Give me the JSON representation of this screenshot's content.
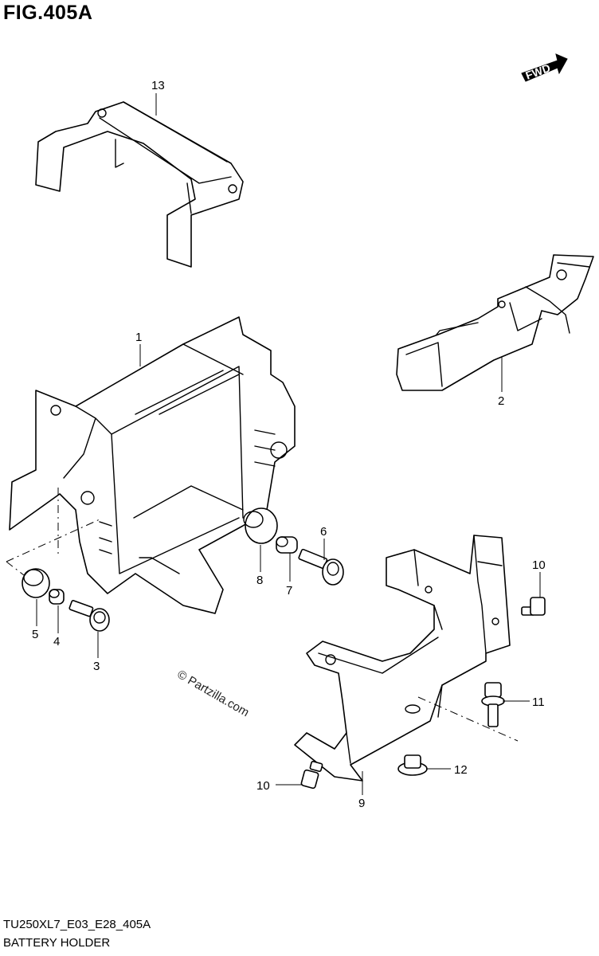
{
  "figure": {
    "title": "FIG.405A",
    "code": "TU250XL7_E03_E28_405A",
    "name": "BATTERY HOLDER",
    "watermark": "© Partzilla.com",
    "direction": "FWD"
  },
  "callouts": {
    "c1": "1",
    "c2": "2",
    "c3": "3",
    "c4": "4",
    "c5": "5",
    "c6": "6",
    "c7": "7",
    "c8": "8",
    "c9": "9",
    "c10a": "10",
    "c10b": "10",
    "c11": "11",
    "c12": "12",
    "c13": "13"
  }
}
